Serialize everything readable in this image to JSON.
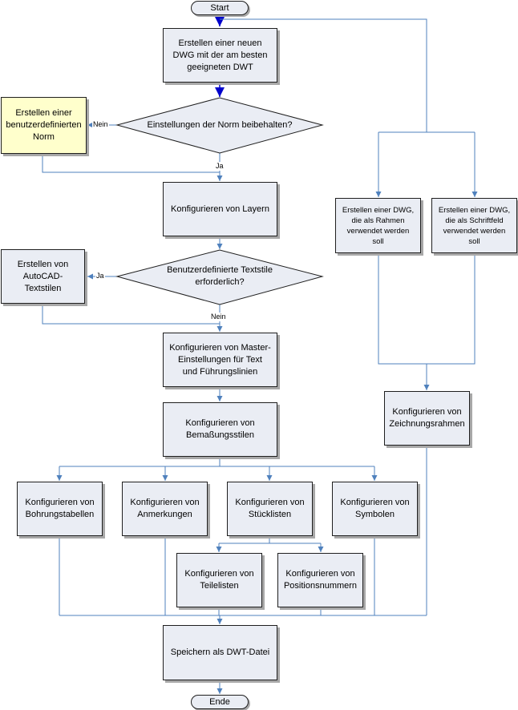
{
  "start": "Start",
  "end": "Ende",
  "steps": {
    "create_dwg": "Erstellen einer neuen\nDWG mit der am besten\ngeeigneten DWT",
    "custom_norm": "Erstellen einer\nbenutzerdefinierten\nNorm",
    "decision_norm": "Einstellungen der Norm beibehalten?",
    "config_layers": "Konfigurieren von Layern",
    "textstyles": "Erstellen von\nAutoCAD-\nTextstilen",
    "decision_text": "Benutzerdefinierte Textstile\nerforderlich?",
    "master": "Konfigurieren von Master-\nEinstellungen für Text\nund Führungslinien",
    "dimstyles": "Konfigurieren von\nBemaßungsstilen",
    "hole_tables": "Konfigurieren von\nBohrungstabellen",
    "notes": "Konfigurieren von\nAnmerkungen",
    "parts_lists": "Konfigurieren von\nStücklisten",
    "symbols": "Konfigurieren von\nSymbolen",
    "part_lists": "Konfigurieren von\nTeilelisten",
    "balloons": "Konfigurieren von\nPositionsnummern",
    "save_dwt": "Speichern als DWT-Datei",
    "frame_dwg": "Erstellen einer DWG,\ndie als Rahmen\nverwendet werden\nsoll",
    "title_block_dwg": "Erstellen einer DWG,\ndie als Schriftfeld\nverwendet werden\nsoll",
    "drawing_frames": "Konfigurieren von\nZeichnungsrahmen"
  },
  "edge_labels": {
    "nein_norm": "Nein",
    "ja_norm": "Ja",
    "ja_text": "Ja",
    "nein_text": "Nein"
  },
  "colors": {
    "box_fill": "#eaedf4",
    "custom_fill": "#ffffcc",
    "connector": "#4f81bd",
    "start_arrow": "#0000cc"
  }
}
